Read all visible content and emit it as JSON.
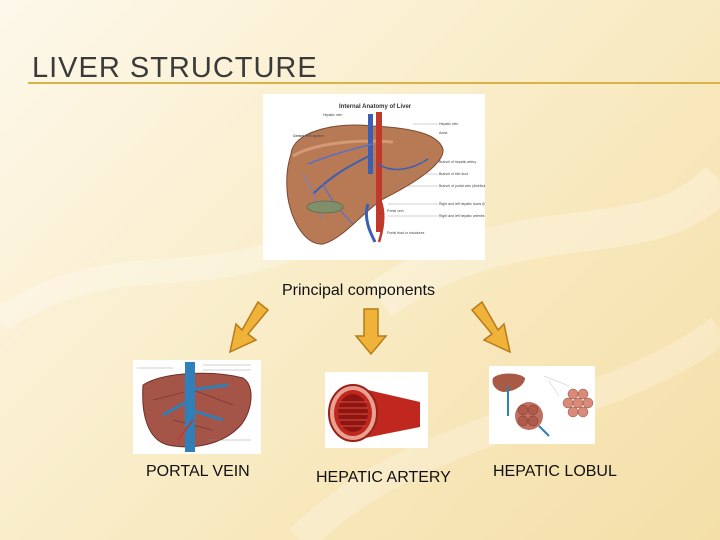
{
  "slide": {
    "title": "LIVER STRUCTURE",
    "subtitle": "Principal  components"
  },
  "main_image": {
    "heading": "Internal Anatomy of Liver",
    "labels_left": [
      "Central vein system",
      "Portal vein",
      "Portal triad or structures"
    ],
    "labels_right": [
      "Hepatic vein",
      "Aorta",
      "Branch of hepatic artery",
      "Branch of bile duct",
      "Branch of portal vein (distributing vein)",
      "Right and left hepatic ducts (bile ducts)",
      "Right and left hepatic arteries"
    ],
    "labels_top": [
      "Hepatic vein"
    ]
  },
  "components": [
    {
      "label": "PORTAL VEIN"
    },
    {
      "label": "HEPATIC ARTERY"
    },
    {
      "label": "HEPATIC LOBUL"
    }
  ],
  "colors": {
    "accent_rule": "#d9b24a",
    "arrow_fill": "#f0b33a",
    "arrow_stroke": "#b87a18"
  }
}
